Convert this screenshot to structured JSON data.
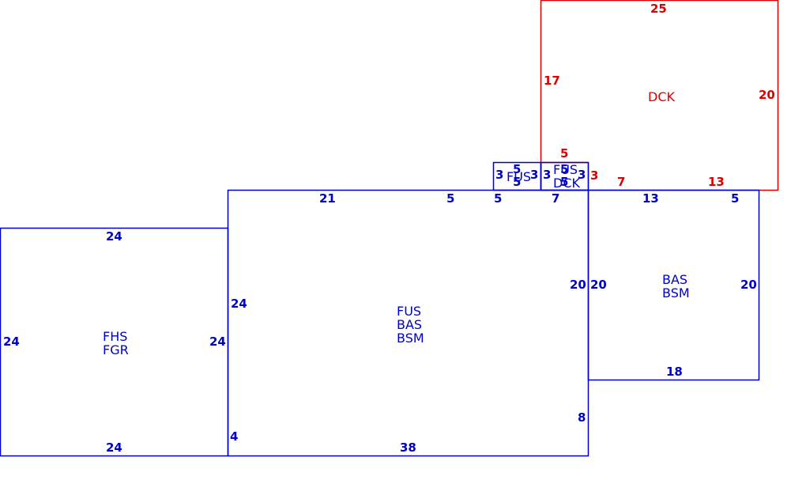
{
  "colors": {
    "living": "#0000cc",
    "deck": "#dd0000",
    "background": "#ffffff"
  },
  "areas": {
    "garage": {
      "codes": [
        "FHS",
        "FGR"
      ],
      "dims": [
        "24",
        "24",
        "24",
        "24"
      ]
    },
    "main": {
      "codes": [
        "FUS",
        "BAS",
        "BSM"
      ],
      "dims": [
        "21",
        "5",
        "5",
        "7",
        "24",
        "4",
        "38",
        "8",
        "20"
      ]
    },
    "east": {
      "codes": [
        "BAS",
        "BSM"
      ],
      "dims": [
        "13",
        "5",
        "20",
        "20",
        "18"
      ]
    },
    "bump_left": {
      "codes": [
        "FUS"
      ],
      "dims": [
        "5",
        "3",
        "3",
        "5"
      ]
    },
    "bump_right": {
      "codes": [
        "FUS",
        "DCK"
      ],
      "dims": [
        "3",
        "5",
        "3",
        "5"
      ]
    },
    "deck_small": {
      "dims": [
        "5",
        "3"
      ]
    },
    "deck": {
      "codes": [
        "DCK"
      ],
      "dims": [
        "25",
        "17",
        "20",
        "7",
        "13"
      ]
    }
  }
}
